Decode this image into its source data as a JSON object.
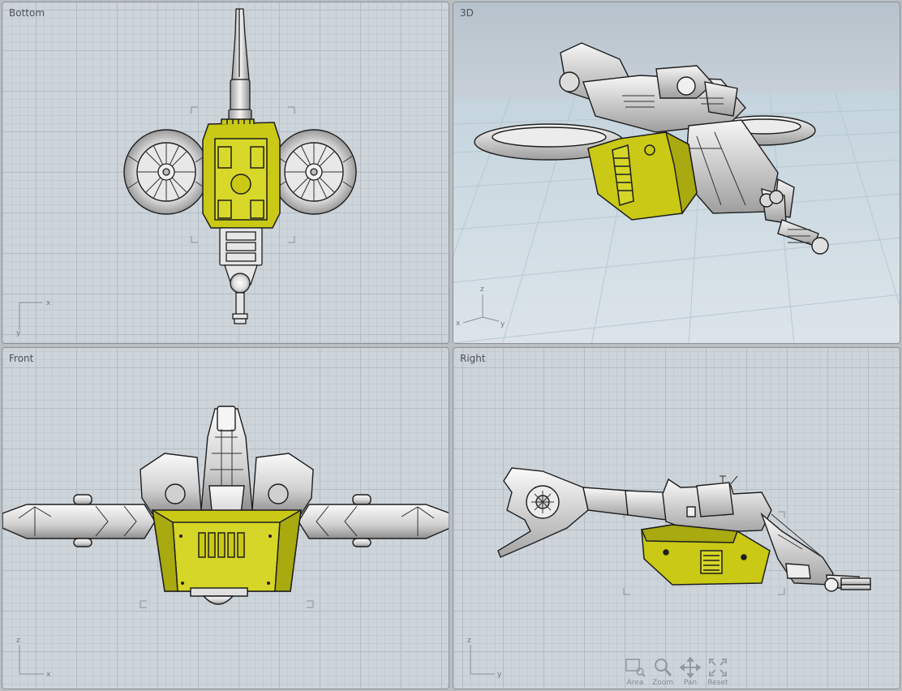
{
  "viewports": {
    "bottom": {
      "label": "Bottom",
      "axis_h": "x",
      "axis_v": "y"
    },
    "perspective": {
      "label": "3D",
      "axis_z": "z",
      "axis_x": "x",
      "axis_y": "y"
    },
    "front": {
      "label": "Front",
      "axis_h": "x",
      "axis_v": "z"
    },
    "right": {
      "label": "Right",
      "axis_h": "y",
      "axis_v": "z"
    }
  },
  "navigation": {
    "buttons": [
      {
        "label": "Area",
        "icon": "area-zoom-icon"
      },
      {
        "label": "Zoom",
        "icon": "zoom-icon"
      },
      {
        "label": "Pan",
        "icon": "pan-icon"
      },
      {
        "label": "Reset",
        "icon": "reset-view-icon"
      }
    ]
  },
  "colors": {
    "model_yellow": "#c9c916",
    "model_gray": "#e6e6e6",
    "outline": "#1e1e1e",
    "grid_bg": "#cdd4da"
  }
}
